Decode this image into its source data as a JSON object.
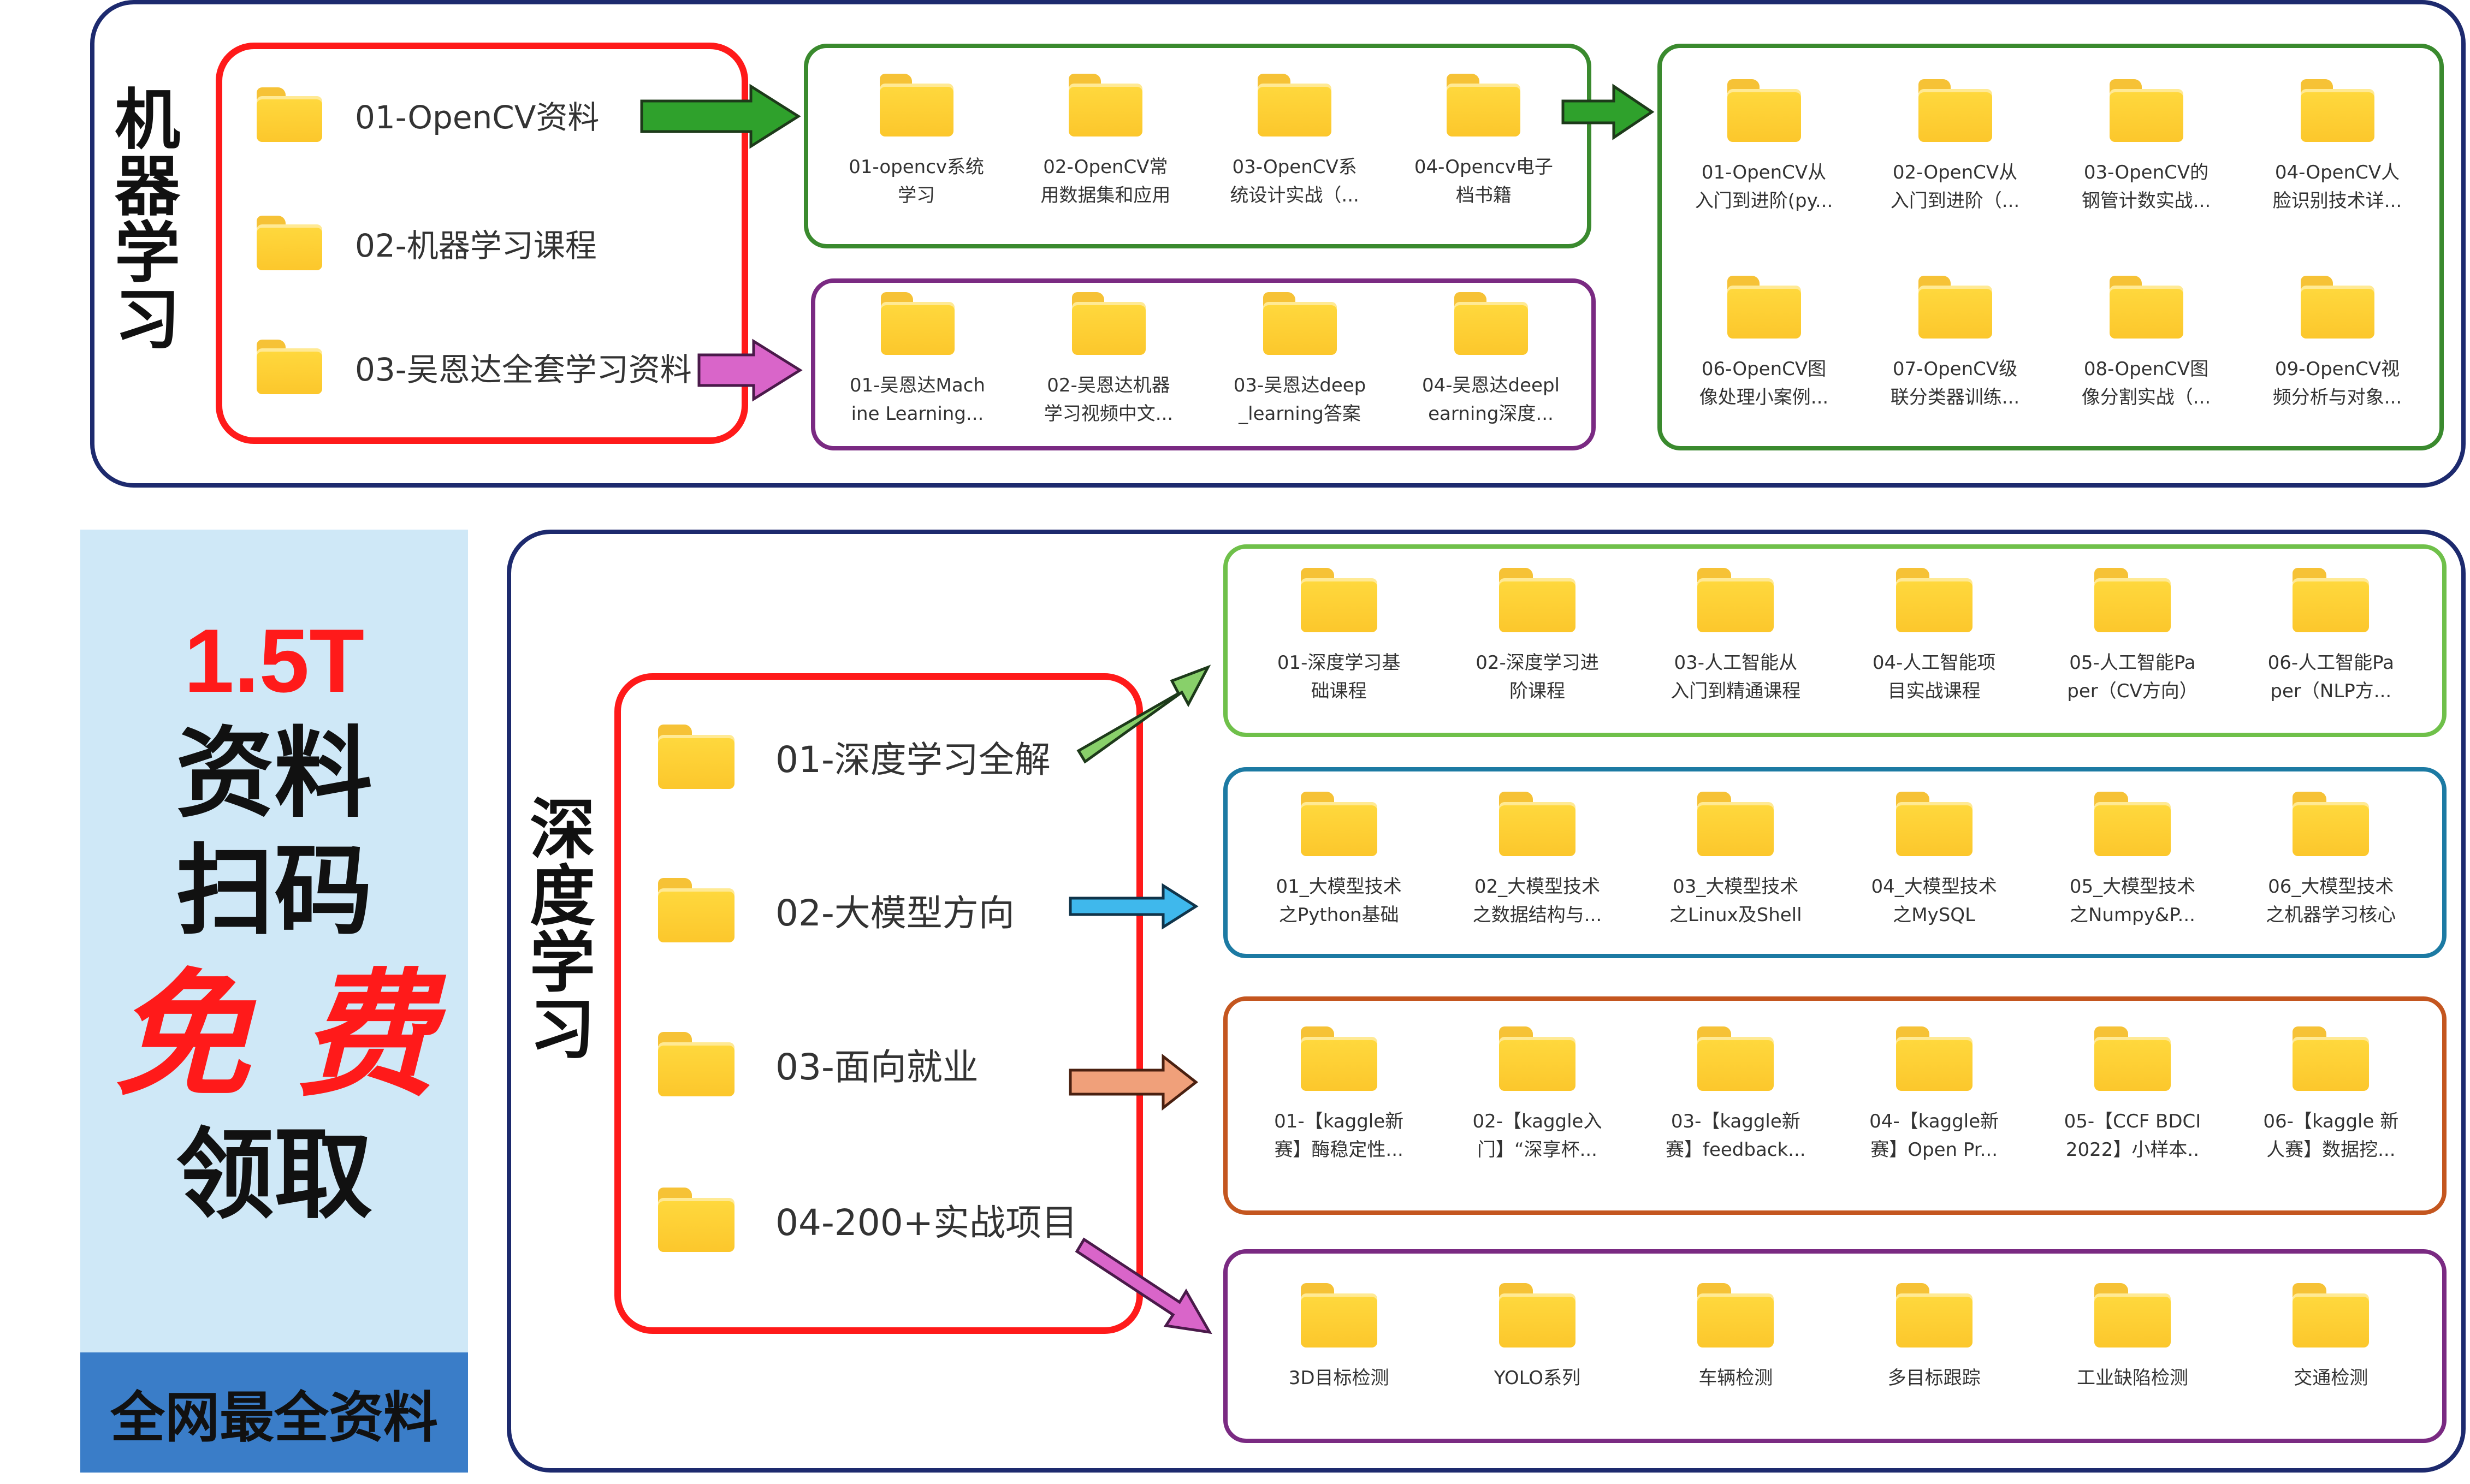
{
  "ml": {
    "title": "机器学习",
    "sources": [
      "01-OpenCV资料",
      "02-机器学习课程",
      "03-吴恩达全套学习资料"
    ],
    "opencv_folders": [
      "01-opencv系统\n学习",
      "02-OpenCV常\n用数据集和应用",
      "03-OpenCV系\n统设计实战（...",
      "04-Opencv电子\n档书籍"
    ],
    "ng_folders": [
      "01-吴恩达Mach\nine Learning...",
      "02-吴恩达机器\n学习视频中文...",
      "03-吴恩达deep\n_learning答案",
      "04-吴恩达deepl\nearning深度..."
    ],
    "opencv_sub_row1": [
      "01-OpenCV从\n入门到进阶(py...",
      "02-OpenCV从\n入门到进阶（...",
      "03-OpenCV的\n钢管计数实战...",
      "04-OpenCV人\n脸识别技术详..."
    ],
    "opencv_sub_row2": [
      "06-OpenCV图\n像处理小案例...",
      "07-OpenCV级\n联分类器训练...",
      "08-OpenCV图\n像分割实战（...",
      "09-OpenCV视\n频分析与对象..."
    ]
  },
  "promo": {
    "size": "1.5T",
    "line1": "资料",
    "line2": "扫码",
    "free": "免 费",
    "line3": "领取",
    "band": "全网最全资料"
  },
  "dl": {
    "title": "深度学习",
    "sources": [
      "01-深度学习全解",
      "02-大模型方向",
      "03-面向就业",
      "04-200+实战项目"
    ],
    "dl_folders": [
      "01-深度学习基\n础课程",
      "02-深度学习进\n阶课程",
      "03-人工智能从\n入门到精通课程",
      "04-人工智能项\n目实战课程",
      "05-人工智能Pa\nper（CV方向）",
      "06-人工智能Pa\nper（NLP方..."
    ],
    "llm_folders": [
      "01_大模型技术\n之Python基础",
      "02_大模型技术\n之数据结构与...",
      "03_大模型技术\n之Linux及Shell",
      "04_大模型技术\n之MySQL",
      "05_大模型技术\n之Numpy&P...",
      "06_大模型技术\n之机器学习核心"
    ],
    "job_folders": [
      "01-【kaggle新\n赛】酶稳定性...",
      "02-【kaggle入\n门】“深享杯...",
      "03-【kaggle新\n赛】feedback...",
      "04-【kaggle新\n赛】Open Pr...",
      "05-【CCF BDCI\n2022】小样本..",
      "06-【kaggle 新\n人赛】数据挖..."
    ],
    "project_folders": [
      "3D目标检测",
      "YOLO系列",
      "车辆检测",
      "多目标跟踪",
      "工业缺陷检测",
      "交通检测"
    ]
  },
  "colors": {
    "navy": "#1d2a6e",
    "red": "#ff1a1a",
    "green": "#3a8a2e",
    "light_green": "#6fc04a",
    "purple": "#7a2a82",
    "blue": "#1c7aa3",
    "orange": "#c4561f",
    "folder": "#fcc72c",
    "panel": "#cfe8f7",
    "band": "#3a7dc8"
  }
}
